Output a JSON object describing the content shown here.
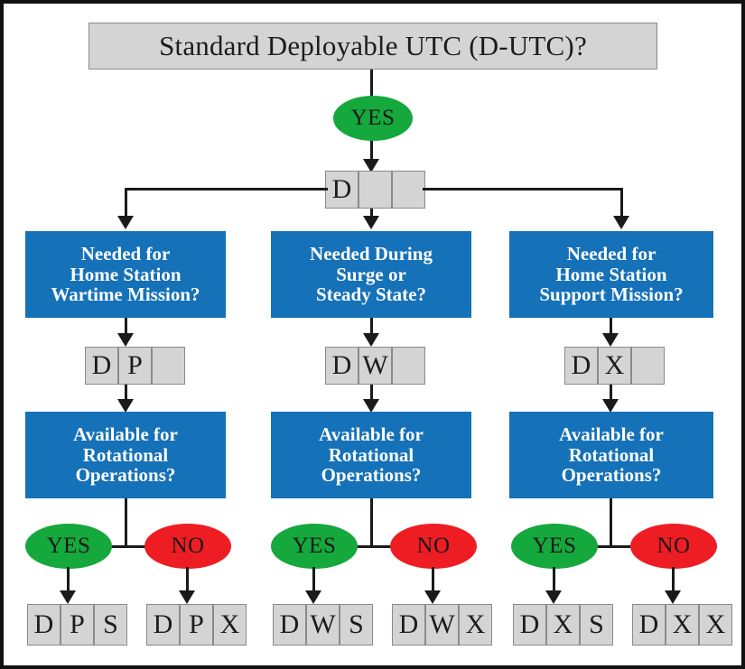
{
  "diagram": {
    "title_node": {
      "label": "Standard Deployable UTC (D-UTC)?"
    },
    "root_decision_yes": {
      "label": "YES"
    },
    "root_code": {
      "cells": [
        "D",
        "",
        ""
      ]
    },
    "branches": [
      {
        "id": "wartime",
        "question_lines": [
          "Needed for",
          "Home Station",
          "Wartime Mission?"
        ],
        "mid_code": {
          "cells": [
            "D",
            "P",
            ""
          ]
        },
        "available_lines": [
          "Available for",
          "Rotational",
          "Operations?"
        ],
        "yes_label": "YES",
        "no_label": "NO",
        "yes_code": {
          "cells": [
            "D",
            "P",
            "S"
          ]
        },
        "no_code": {
          "cells": [
            "D",
            "P",
            "X"
          ]
        }
      },
      {
        "id": "surge",
        "question_lines": [
          "Needed During",
          "Surge or",
          "Steady State?"
        ],
        "mid_code": {
          "cells": [
            "D",
            "W",
            ""
          ]
        },
        "available_lines": [
          "Available for",
          "Rotational",
          "Operations?"
        ],
        "yes_label": "YES",
        "no_label": "NO",
        "yes_code": {
          "cells": [
            "D",
            "W",
            "S"
          ]
        },
        "no_code": {
          "cells": [
            "D",
            "W",
            "X"
          ]
        }
      },
      {
        "id": "support",
        "question_lines": [
          "Needed for",
          "Home Station",
          "Support Mission?"
        ],
        "mid_code": {
          "cells": [
            "D",
            "X",
            ""
          ]
        },
        "available_lines": [
          "Available for",
          "Rotational",
          "Operations?"
        ],
        "yes_label": "YES",
        "no_label": "NO",
        "yes_code": {
          "cells": [
            "D",
            "X",
            "S"
          ]
        },
        "no_code": {
          "cells": [
            "D",
            "X",
            "X"
          ]
        }
      }
    ],
    "colors": {
      "blue_box": "#1571b8",
      "yes_green": "#15a83c",
      "no_red": "#ee1d24",
      "gray_box": "#d4d4d4",
      "gray_border": "#8a8a8a",
      "line_black": "#1a1a1a",
      "frame_black": "#111111",
      "background": "#ffffff"
    }
  }
}
